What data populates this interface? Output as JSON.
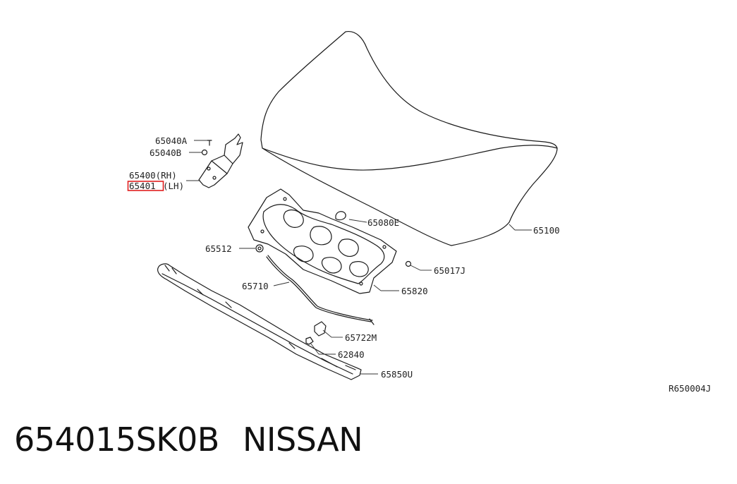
{
  "callouts": {
    "p65040a": "65040A",
    "p65040b": "65040B",
    "p65400": "65400(RH)",
    "p65401_part": "65401",
    "p65401_side": "(LH)",
    "p65080e": "65080E",
    "p65100": "65100",
    "p65512": "65512",
    "p65017j": "65017J",
    "p65710": "65710",
    "p65820": "65820",
    "p65722m": "65722M",
    "p62840": "62840",
    "p65850u": "65850U"
  },
  "diagram_code": "R650004J",
  "highlight_color": "#e02020",
  "caption": {
    "part_number": "654015SK0B",
    "brand": "NISSAN"
  }
}
